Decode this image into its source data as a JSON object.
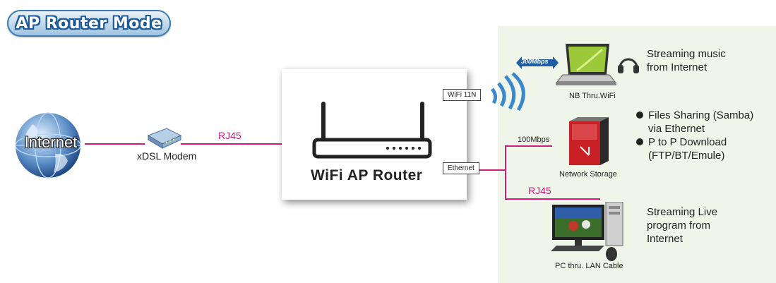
{
  "title": "AP Router Mode",
  "internet": {
    "label": "Internet"
  },
  "modem": {
    "label": "xDSL Modem"
  },
  "links": {
    "wan_cable": "RJ45",
    "lan_cable": "RJ45",
    "storage_speed": "100Mbps",
    "wifi_speed": "300Mbps"
  },
  "router": {
    "label": "WiFi AP Router",
    "wifi_port": "WiFi 11N",
    "ethernet_port": "Ethernet"
  },
  "notebook": {
    "label": "NB Thru.WiFi",
    "feature_line1": "Streaming music",
    "feature_line2": "from Internet"
  },
  "storage": {
    "label": "Network Storage",
    "features": [
      {
        "line1": "Files Sharing (Samba)",
        "line2": "via Ethernet"
      },
      {
        "line1": "P to P Download",
        "line2": "(FTP/BT/Emule)"
      }
    ]
  },
  "pc": {
    "label": "PC thru. LAN Cable",
    "feature_line1": "Streaming Live",
    "feature_line2": "program from",
    "feature_line3": "Internet"
  },
  "colors": {
    "cable": "#c8207b",
    "panel": "#eff5e8",
    "title_border": "#3d7bb5",
    "router_body": "#222222"
  }
}
